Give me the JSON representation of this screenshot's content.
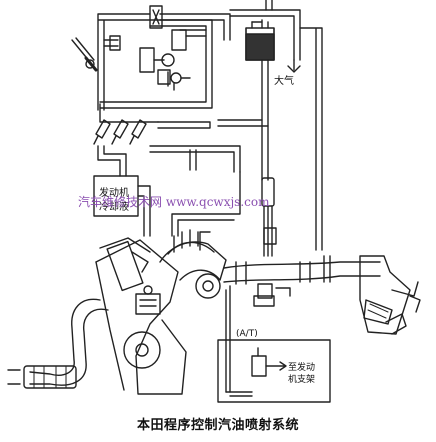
{
  "caption": "本田程序控制汽油喷射系统",
  "labels": {
    "atmosphere": "大气",
    "coolant_line1": "发动机",
    "coolant_line2": "冷却液",
    "at_tag": "(A/T)",
    "mount_line1": "至发动",
    "mount_line2": "机支架"
  },
  "watermark": "汽车维修技术网 www.qcwxjs.com"
}
